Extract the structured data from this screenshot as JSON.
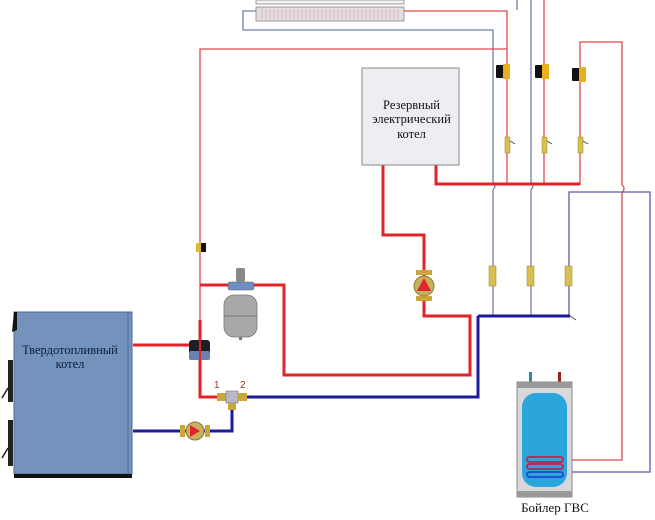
{
  "diagram": {
    "title": "",
    "nodes": {
      "solid_fuel_boiler": {
        "label": "Твердотопливный котел"
      },
      "backup_electric_boiler": {
        "label": "Резервный электрический котел"
      },
      "dhw_boiler": {
        "label": "Бойлер ГВС"
      },
      "three_way_valve": {
        "port_1": "1",
        "port_2": "2"
      }
    },
    "colors": {
      "supply": "#e0242a",
      "return": "#1c1c9a",
      "thin_supply": "#e04848",
      "thin_return": "#5a5aa8",
      "boiler_body": "#7393bd",
      "electric_boiler_fill": "#eceef2",
      "tank_water": "#2aa6dc",
      "fitting": "#d8b838"
    }
  }
}
